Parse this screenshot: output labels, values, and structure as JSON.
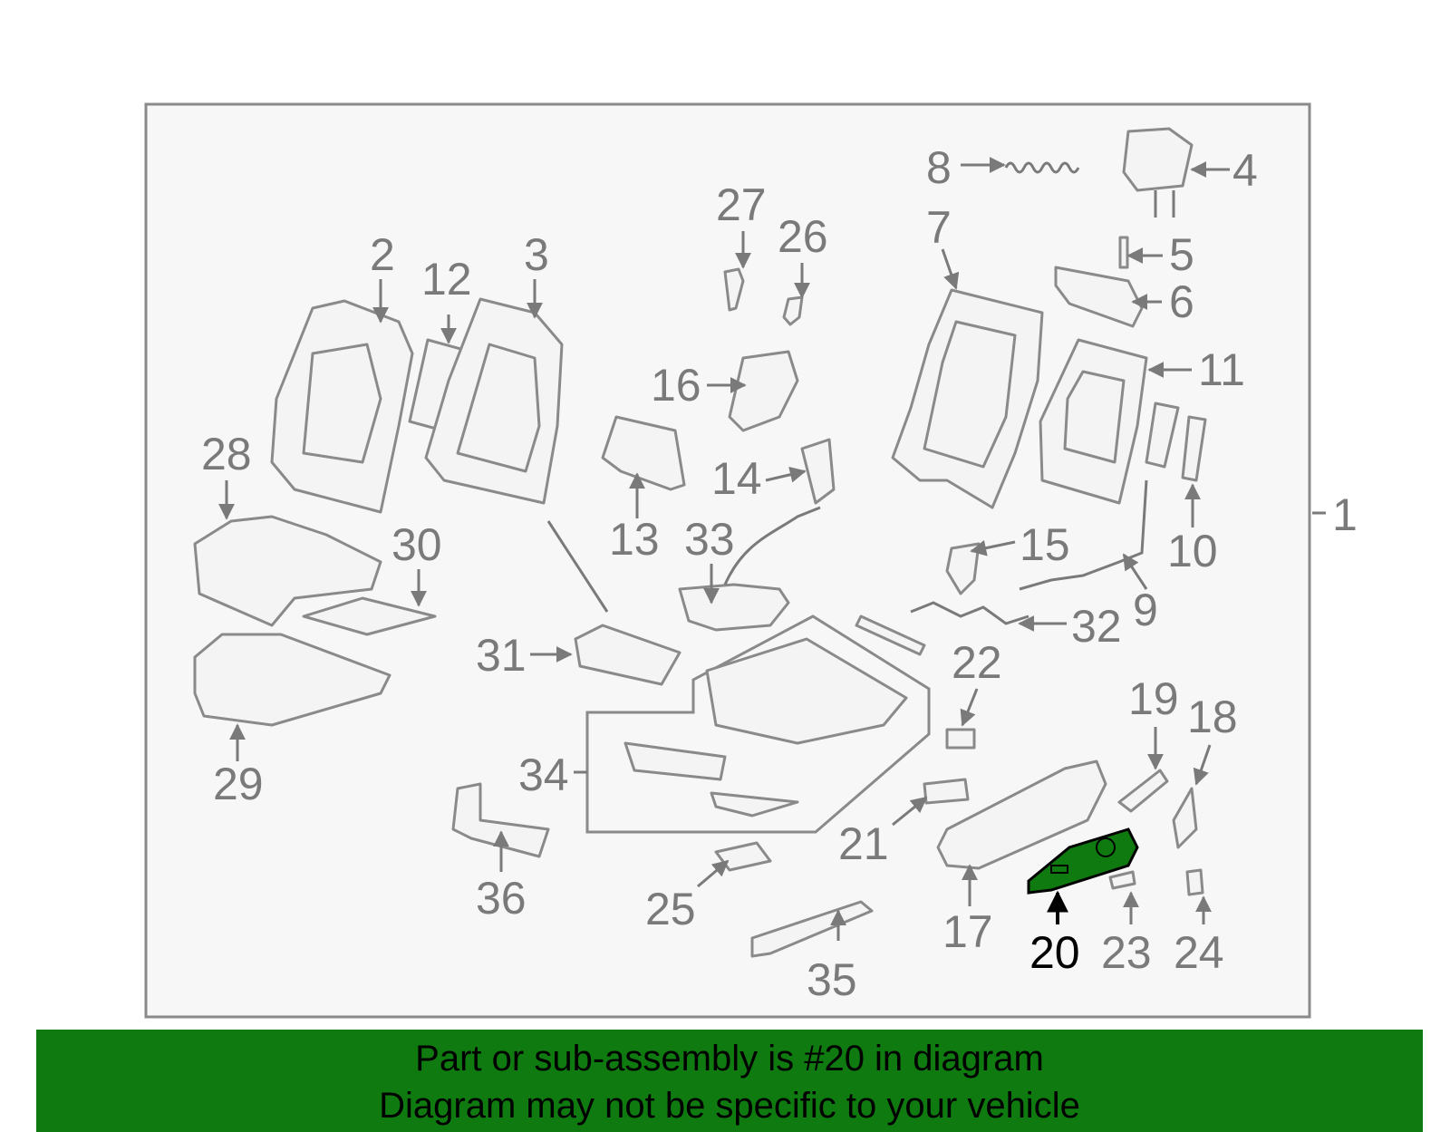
{
  "diagram": {
    "highlighted_part": "20",
    "highlight_color": "#0f7a0f",
    "labels": {
      "l1": "1",
      "l2": "2",
      "l3": "3",
      "l4": "4",
      "l5": "5",
      "l6": "6",
      "l7": "7",
      "l8": "8",
      "l9": "9",
      "l10": "10",
      "l11": "11",
      "l12": "12",
      "l13": "13",
      "l14": "14",
      "l15": "15",
      "l16": "16",
      "l17": "17",
      "l18": "18",
      "l19": "19",
      "l20": "20",
      "l21": "21",
      "l22": "22",
      "l23": "23",
      "l24": "24",
      "l25": "25",
      "l26": "26",
      "l27": "27",
      "l28": "28",
      "l29": "29",
      "l30": "30",
      "l31": "31",
      "l32": "32",
      "l33": "33",
      "l34": "34",
      "l35": "35",
      "l36": "36"
    }
  },
  "banner": {
    "line1": "Part or sub-assembly is #20 in diagram",
    "line2": "Diagram may not be specific to your vehicle",
    "background": "#0f7a0f"
  }
}
